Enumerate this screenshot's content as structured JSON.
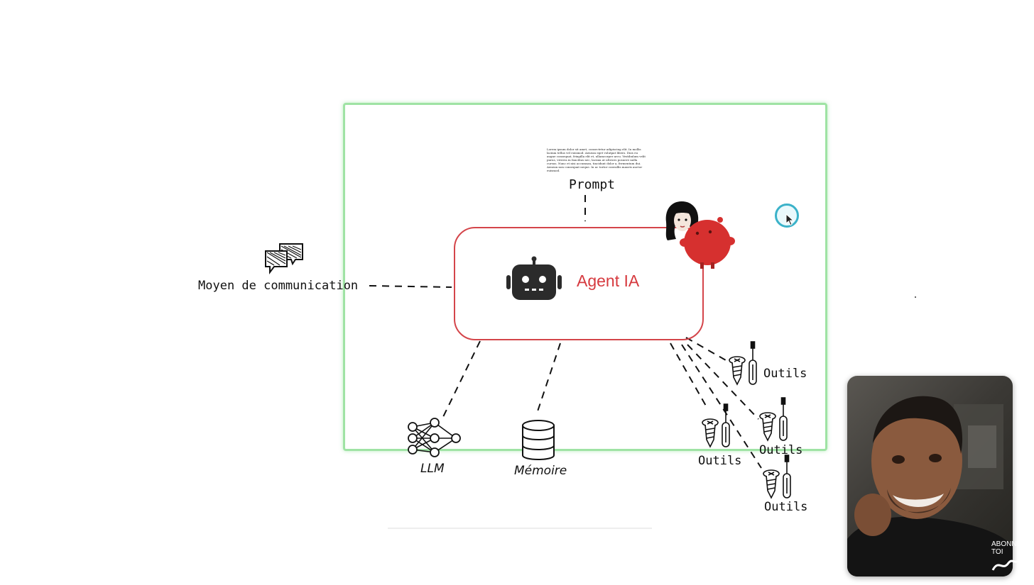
{
  "diagram": {
    "center_label": "Agent IA",
    "prompt_label": "Prompt",
    "prompt_text": "Lorem ipsum dolor sit amet, consectetur adipiscing elit. In mollis lacinia tellus vel euismod. Aenean eget volutpat libero. Duis eu augue consequat, fringilla elit et, ullamcorper arcu. Vestibulum velit purus, viverra in faucibus nec, lacinia at ultrices posuere nulla cursus. Nunc et nisi accumsan, tincidunt dolor a, fermentum dui. Aenean non consequat neque. In ac tortor convallis mauris auctor euismod.",
    "communication_label": "Moyen de communication",
    "llm_label": "LLM",
    "memory_label": "Mémoire",
    "tools_label": "Outils"
  },
  "overlay": {
    "subscribe_line1": "ABONNE",
    "subscribe_line2": "TOI"
  },
  "colors": {
    "accent_red": "#d63a3f",
    "frame_green": "#9fe3a4",
    "cursor_cyan": "#3bb2c9"
  },
  "icons": [
    "chat-bubbles-icon",
    "robot-icon",
    "neural-network-icon",
    "database-icon",
    "screw-screwdriver-icon",
    "girl-avatar-icon",
    "red-blob-icon",
    "cursor-icon"
  ]
}
